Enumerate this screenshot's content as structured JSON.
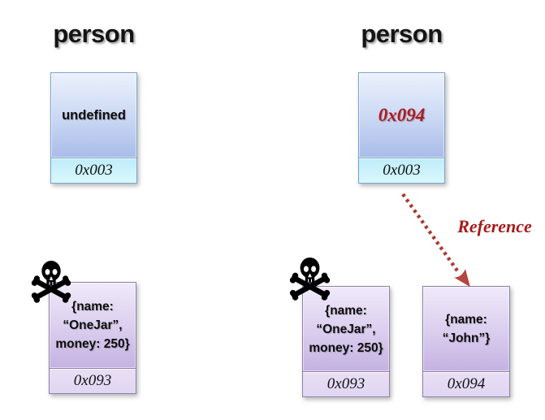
{
  "colors": {
    "reference_label_red": "#a51a1a",
    "arrow_red": "#a93a32",
    "pointer_value_red": "#b2191f",
    "variable_box_blue_bottom": "#a9bce9",
    "address_strip_cyan": "#cdf3fc",
    "object_box_purple_bottom": "#c4b2e1",
    "address_strip_lavender": "#e3d9f2"
  },
  "left_panel": {
    "title": "person",
    "variable_box": {
      "value": "undefined",
      "address": "0x003"
    },
    "object_box": {
      "line1": "{name:",
      "line2": "“OneJar”,",
      "line3": "money: 250}",
      "address": "0x093"
    }
  },
  "right_panel": {
    "title": "person",
    "variable_box": {
      "value": "0x094",
      "address": "0x003"
    },
    "dead_object_box": {
      "line1": "{name:",
      "line2": "“OneJar”,",
      "line3": "money: 250}",
      "address": "0x093"
    },
    "live_object_box": {
      "line1": "{name:",
      "line2": "“John”}",
      "address": "0x094"
    },
    "arrow_label": "Reference"
  }
}
